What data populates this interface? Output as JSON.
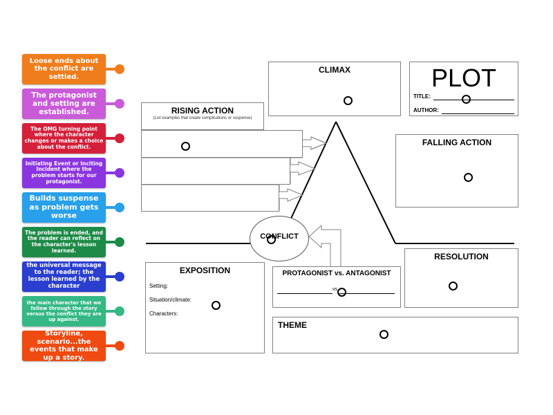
{
  "tiles": [
    {
      "text": "Loose ends about the conflict are settled.",
      "color": "#f07d1c"
    },
    {
      "text": "The protagonist and setting are established.",
      "color": "#c95bd9"
    },
    {
      "text": "The OMG turning point where the character changes or makes a choice about the conflict.",
      "color": "#d4203a"
    },
    {
      "text": "Initiating Event or Inciting Incident where the problem starts for our protagonist.",
      "color": "#8a35e0"
    },
    {
      "text": "Builds suspense as problem gets worse",
      "color": "#28a0ea"
    },
    {
      "text": "The problem is ended, and the reader can reflect on the character's lesson learned.",
      "color": "#1e8a48"
    },
    {
      "text": "the universal message to the reader; the lesson learned by the character",
      "color": "#2a3ed0"
    },
    {
      "text": "the main character that we follow through the story versus the conflict they are up against.",
      "color": "#35b885"
    },
    {
      "text": "Storyline, scenario...the events that make up a story.",
      "color": "#ee4a12"
    }
  ],
  "diagram": {
    "climax": "CLIMAX",
    "plot_title": "PLOT",
    "title_label": "TITLE:",
    "author_label": "AUTHOR:",
    "rising_action": "RISING ACTION",
    "rising_action_sub": "(List examples that create complications or suspense)",
    "falling_action": "FALLING ACTION",
    "conflict": "CONFLICT",
    "resolution": "RESOLUTION",
    "exposition": "EXPOSITION",
    "setting_label": "Setting:",
    "situation_label": "Situation/climate:",
    "characters_label": "Characters:",
    "protagonist_vs": "PROTAGONIST vs. ANTAGONIST",
    "vs_label": "vs",
    "theme": "THEME"
  }
}
